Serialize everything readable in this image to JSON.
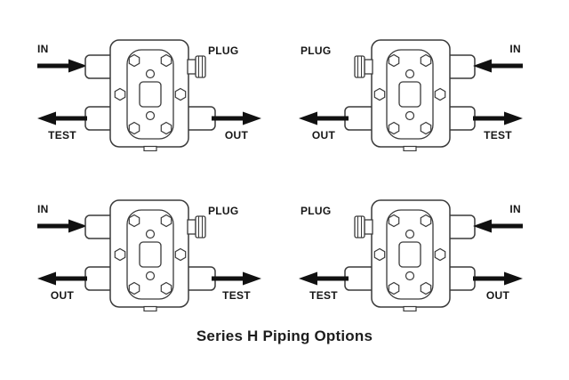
{
  "title": "Series H Piping Options",
  "colors": {
    "ink": "#161616",
    "line": "#3a3a3a",
    "background": "#ffffff"
  },
  "diagrams": [
    {
      "position": "top-left",
      "inlet_side": "left",
      "in_label": "IN",
      "plug_label": "PLUG",
      "bottom_left_label": "TEST",
      "bottom_right_label": "OUT"
    },
    {
      "position": "top-right",
      "inlet_side": "right",
      "in_label": "IN",
      "plug_label": "PLUG",
      "bottom_left_label": "OUT",
      "bottom_right_label": "TEST"
    },
    {
      "position": "bottom-left",
      "inlet_side": "left",
      "in_label": "IN",
      "plug_label": "PLUG",
      "bottom_left_label": "OUT",
      "bottom_right_label": "TEST"
    },
    {
      "position": "bottom-right",
      "inlet_side": "right",
      "in_label": "IN",
      "plug_label": "PLUG",
      "bottom_left_label": "TEST",
      "bottom_right_label": "OUT"
    }
  ]
}
